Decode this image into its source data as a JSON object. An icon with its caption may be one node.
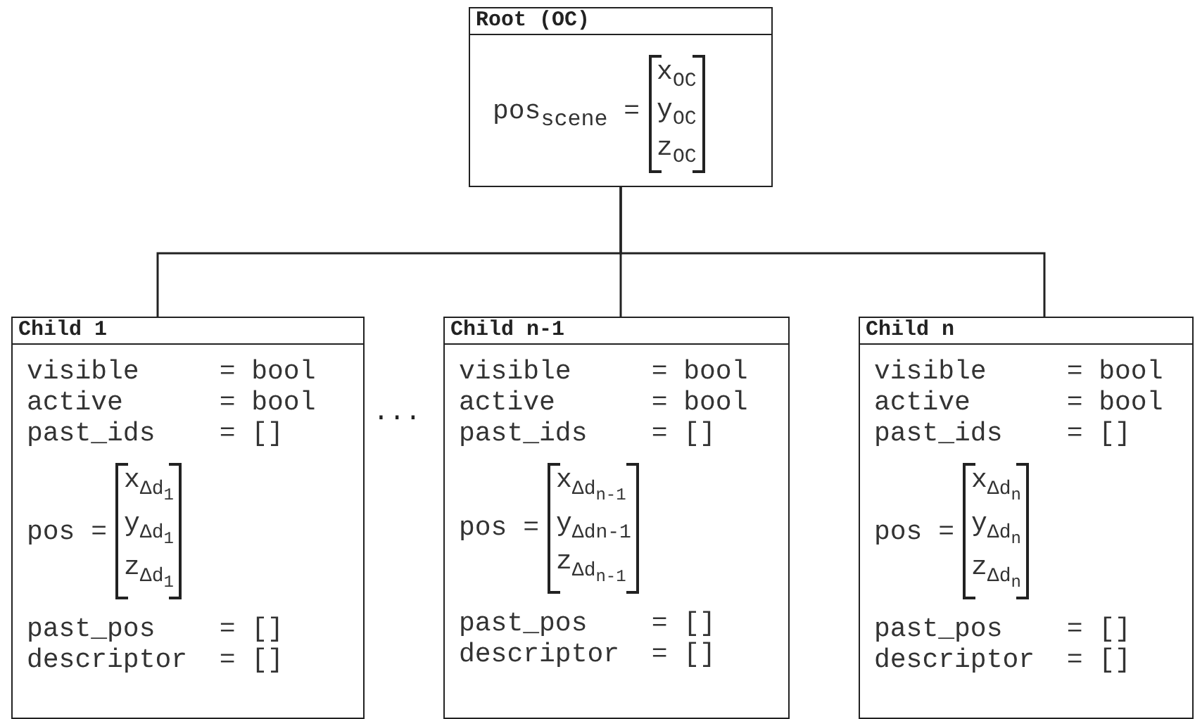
{
  "diagram": {
    "nodes": [
      {
        "text": [
          "Root (OC)",
          "pos$_{scene}$ =",
          "x$_{OC}$",
          "y$_{OC}$",
          "z$_{OC}$"
        ]
      },
      {
        "text": [
          "Child 1",
          "visible     = bool",
          "active      = bool",
          "past_ids    = []",
          "pos =",
          "x$_{Δd}$$_{1}$",
          "y$_{Δd}$$_{1}$",
          "z$_{Δd}$$_{1}$",
          "past_pos    = []",
          "descriptor  = []"
        ]
      },
      {
        "text": [
          "Child n-1",
          "visible     = bool",
          "active      = bool",
          "past_ids    = []",
          "pos =",
          "x$_{Δd}$$_{n-1}$",
          "y$_{Δdn-1}$",
          "z$_{Δd}$$_{n-1}$",
          "past_pos    = []",
          "descriptor  = []"
        ]
      },
      {
        "text": [
          "Child n",
          "visible     = bool",
          "active      = bool",
          "past_ids    = []",
          "pos =",
          "x$_{Δd}$$_{n}$",
          "y$_{Δd}$$_{n}$",
          "z$_{Δd}$$_{n}$",
          "past_pos    = []",
          "descriptor  = []"
        ]
      }
    ],
    "edges": [
      {
        "from": 0,
        "to": 1,
        "arrow": "none"
      },
      {
        "from": 0,
        "to": 2,
        "arrow": "none"
      },
      {
        "from": 0,
        "to": 3,
        "arrow": "none"
      }
    ],
    "labels": [
      "..."
    ]
  }
}
